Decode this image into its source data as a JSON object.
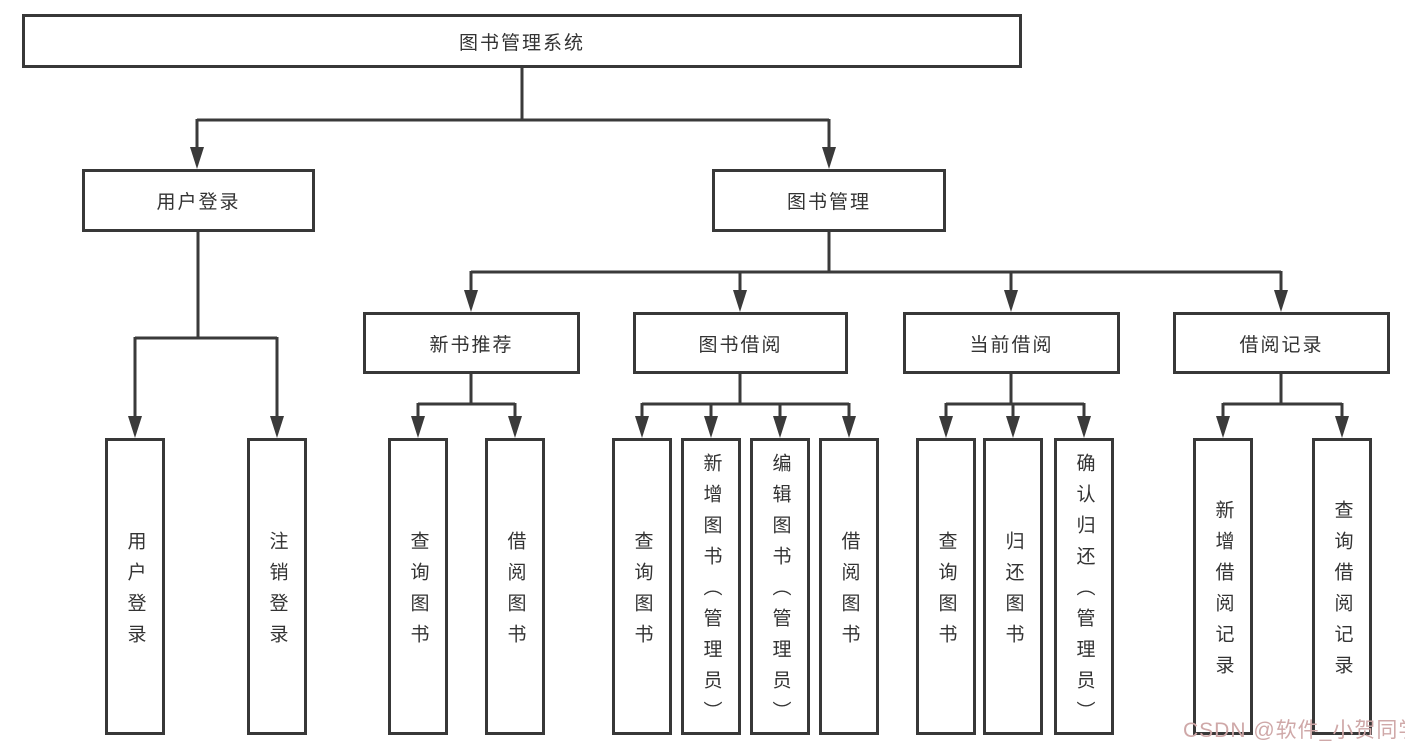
{
  "diagram_title": "图书管理系统",
  "nodes": {
    "root": {
      "label": "图书管理系统"
    },
    "user_login": {
      "label": "用户登录"
    },
    "book_management": {
      "label": "图书管理"
    },
    "new_book_recommend": {
      "label": "新书推荐"
    },
    "book_borrowing": {
      "label": "图书借阅"
    },
    "current_borrowing": {
      "label": "当前借阅"
    },
    "borrowing_records": {
      "label": "借阅记录"
    },
    "leaf_user_login": {
      "label": "用户登录"
    },
    "leaf_logout": {
      "label": "注销登录"
    },
    "leaf_rec_query_books": {
      "label": "查询图书"
    },
    "leaf_rec_borrow_books": {
      "label": "借阅图书"
    },
    "leaf_bb_query_books": {
      "label": "查询图书"
    },
    "leaf_bb_add_books": {
      "label": "新增图书（管理员）"
    },
    "leaf_bb_edit_books": {
      "label": "编辑图书（管理员）"
    },
    "leaf_bb_borrow_books": {
      "label": "借阅图书"
    },
    "leaf_cb_query_books": {
      "label": "查询图书"
    },
    "leaf_cb_return_books": {
      "label": "归还图书"
    },
    "leaf_cb_confirm_return": {
      "label": "确认归还（管理员）"
    },
    "leaf_br_add_record": {
      "label": "新增借阅记录"
    },
    "leaf_br_query_record": {
      "label": "查询借阅记录"
    }
  },
  "watermark": {
    "text": "CSDN @软件_小贺同学"
  },
  "colors": {
    "line": "#3a3a3a",
    "border": "#383838",
    "text": "#333333",
    "watermark": "#cfa8a8",
    "background": "#ffffff"
  }
}
